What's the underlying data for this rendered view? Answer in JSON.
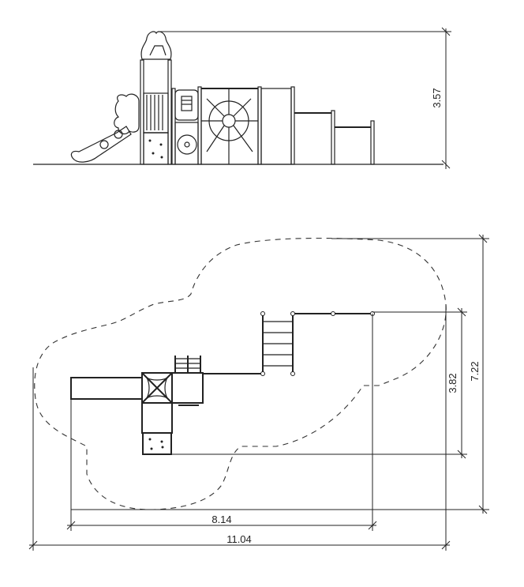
{
  "drawing": {
    "elevation": {
      "height_label": "3.57"
    },
    "plan": {
      "structure_depth_label": "3.82",
      "safety_zone_depth_label": "7.22",
      "structure_length_label": "8.14",
      "safety_zone_length_label": "11.04"
    }
  }
}
